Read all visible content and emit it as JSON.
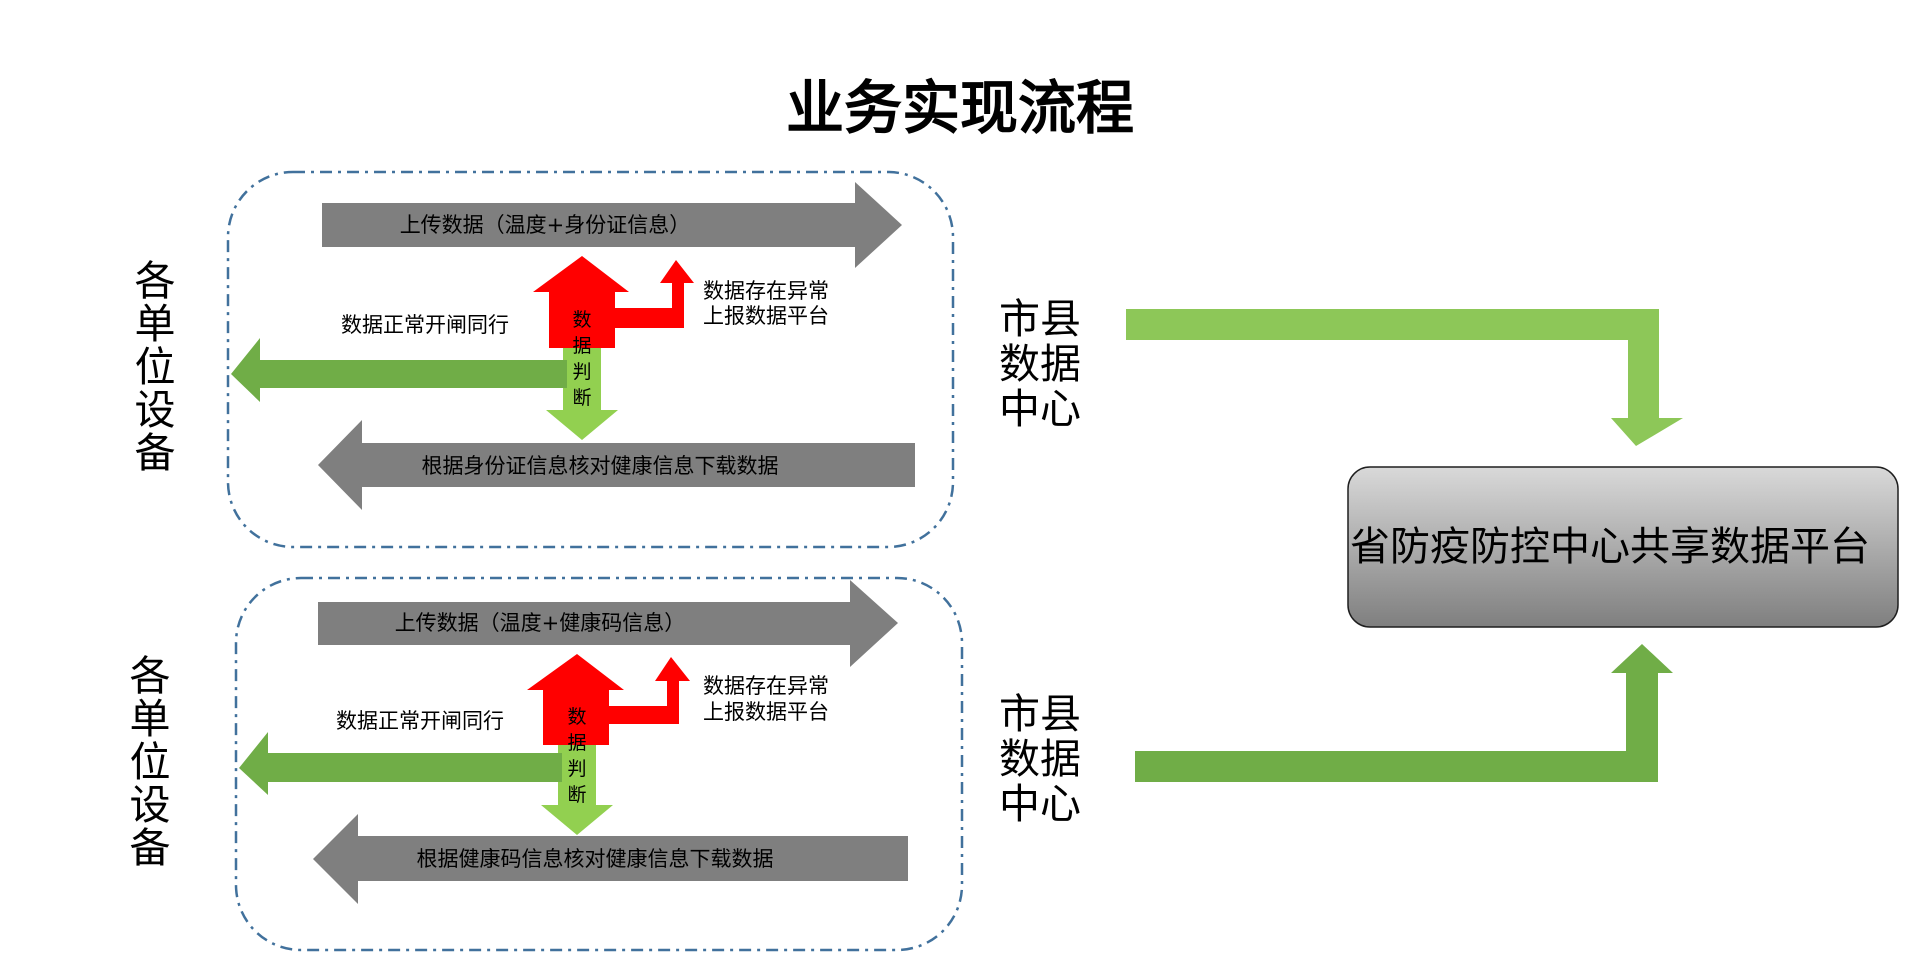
{
  "title": "业务实现流程",
  "colors": {
    "upload_arrow": "#7f7f7f",
    "pass_arrow": "#70ad47",
    "alarm_arrow": "#ff0000",
    "judge_green": "#92d050",
    "dash_border": "#41719c",
    "platform_fill": "#8c8c8c"
  },
  "groups": [
    {
      "device_label": [
        "各",
        "单",
        "位",
        "设",
        "备"
      ],
      "upload": "上传数据（温度+身份证信息）",
      "pass": "数据正常开闸同行",
      "alarm": [
        "数据存在异常",
        "上报数据平台"
      ],
      "judge": [
        "数",
        "据",
        "判",
        "断"
      ],
      "download": "根据身份证信息核对健康信息下载数据",
      "center_label": [
        "市县",
        "数据",
        "中心"
      ]
    },
    {
      "device_label": [
        "各",
        "单",
        "位",
        "设",
        "备"
      ],
      "upload": "上传数据（温度+健康码信息）",
      "pass": "数据正常开闸同行",
      "alarm": [
        "数据存在异常",
        "上报数据平台"
      ],
      "judge": [
        "数",
        "据",
        "判",
        "断"
      ],
      "download": "根据健康码信息核对健康信息下载数据",
      "center_label": [
        "市县",
        "数据",
        "中心"
      ]
    }
  ],
  "platform": "省防疫防控中心共享数据平台"
}
